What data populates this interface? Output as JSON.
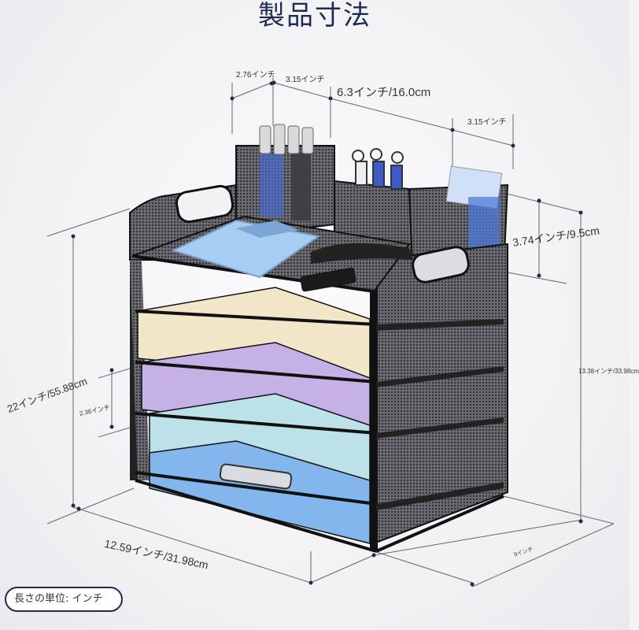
{
  "title": "製品寸法",
  "unit_note": "長さの単位: インチ",
  "dimensions": {
    "top_left": "2.76インチ",
    "top_middle": "3.15インチ",
    "top_total": "6.3インチ/16.0cm",
    "top_right": "3.15インチ",
    "right_top": "3.74インチ/9.5cm",
    "right_total": "13.38インチ/33.98cm",
    "left_height": "22インチ/55.88cm",
    "shelf_gap": "2.36インチ",
    "bottom_width": "12.59インチ/31.98cm",
    "bottom_depth": "9インチ"
  },
  "colors": {
    "title": "#1d2b55",
    "frame": "#1a1a1a",
    "dim_line": "#555555",
    "dot": "#1d2b55"
  }
}
